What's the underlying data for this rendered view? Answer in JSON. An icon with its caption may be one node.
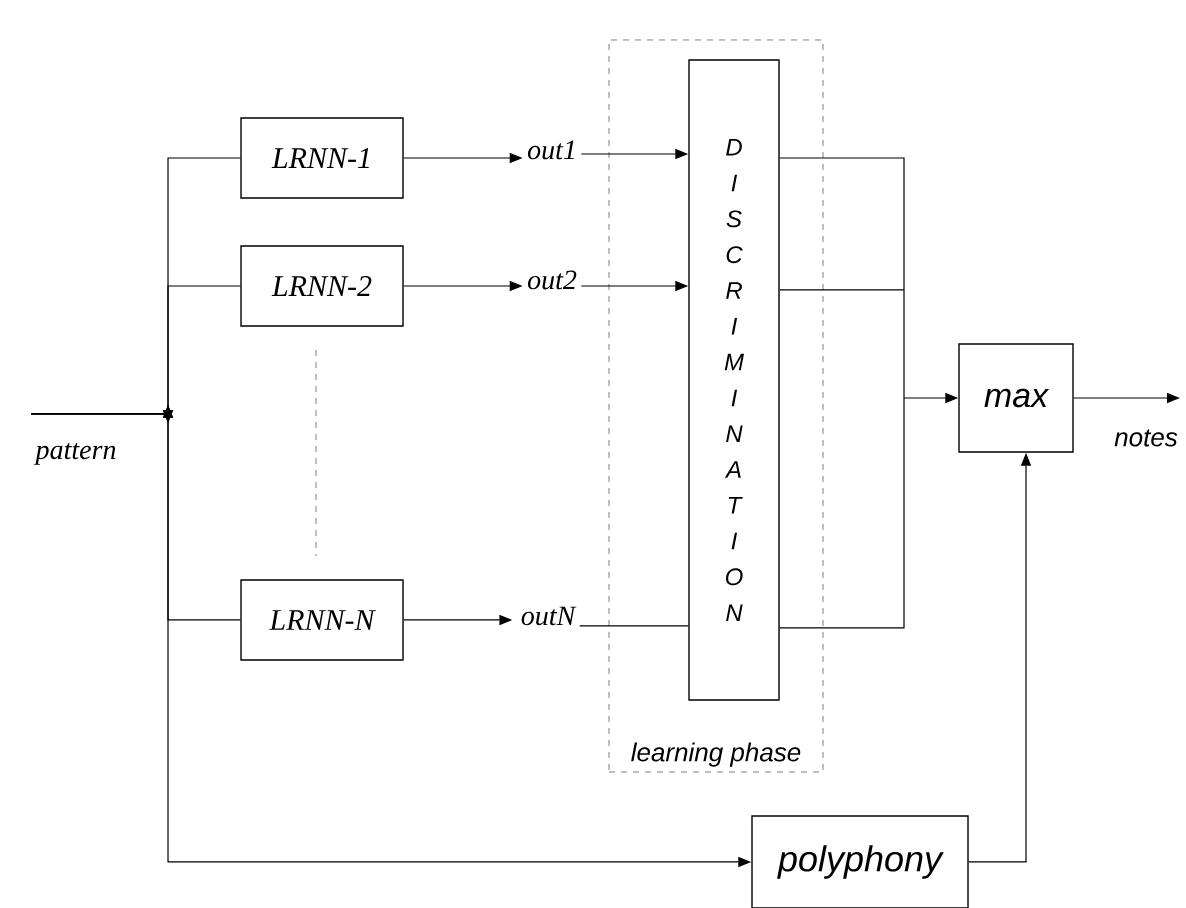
{
  "diagram": {
    "nodes": [
      {
        "text": [
          "pattern"
        ]
      },
      {
        "text": [
          "LRNN-1"
        ]
      },
      {
        "text": [
          "LRNN-2"
        ]
      },
      {
        "text": [
          "LRNN-N"
        ]
      },
      {
        "text": [
          "out1"
        ]
      },
      {
        "text": [
          "out2"
        ]
      },
      {
        "text": [
          "outN"
        ]
      },
      {
        "text": [
          "learning phase"
        ]
      },
      {
        "text": [
          "DISCRIMINATION"
        ],
        "in": 7
      },
      {
        "text": [
          "max"
        ]
      },
      {
        "text": [
          "notes"
        ]
      },
      {
        "text": [
          "polyphony"
        ]
      }
    ],
    "edges": [
      {
        "from": 0,
        "to": 1,
        "arrow": "to"
      },
      {
        "from": 0,
        "to": 2,
        "arrow": "to"
      },
      {
        "from": 0,
        "to": 3,
        "arrow": "to"
      },
      {
        "from": 0,
        "to": 11,
        "arrow": "to"
      },
      {
        "from": 1,
        "to": 4,
        "arrow": "to"
      },
      {
        "from": 2,
        "to": 5,
        "arrow": "to"
      },
      {
        "from": 3,
        "to": 6,
        "arrow": "to"
      },
      {
        "from": 4,
        "to": 8,
        "arrow": "to"
      },
      {
        "from": 5,
        "to": 8,
        "arrow": "to"
      },
      {
        "from": 6,
        "to": 8,
        "arrow": "none"
      },
      {
        "from": 8,
        "to": 9,
        "arrow": "to"
      },
      {
        "from": 9,
        "to": 10,
        "arrow": "to"
      },
      {
        "from": 11,
        "to": 9,
        "arrow": "to"
      }
    ]
  }
}
